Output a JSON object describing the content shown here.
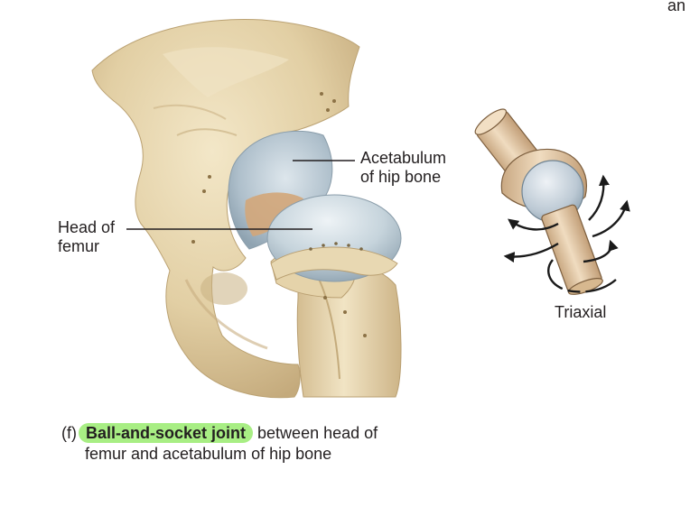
{
  "corner_text": "an",
  "labels": {
    "acetabulum": [
      "Acetabulum",
      "of hip bone"
    ],
    "head_of_femur": [
      "Head of",
      "femur"
    ],
    "triaxial": "Triaxial"
  },
  "caption": {
    "prefix": "(f)",
    "highlight": "Ball-and-socket joint",
    "rest_line1": " between head of",
    "line2": "femur and acetabulum of hip bone"
  },
  "colors": {
    "bone": "#e7d6b0",
    "bone_shadow": "#c9b184",
    "cartilage": "#bcccd6",
    "highlight": "#a8ee84",
    "arrow": "#1a1a1a"
  }
}
